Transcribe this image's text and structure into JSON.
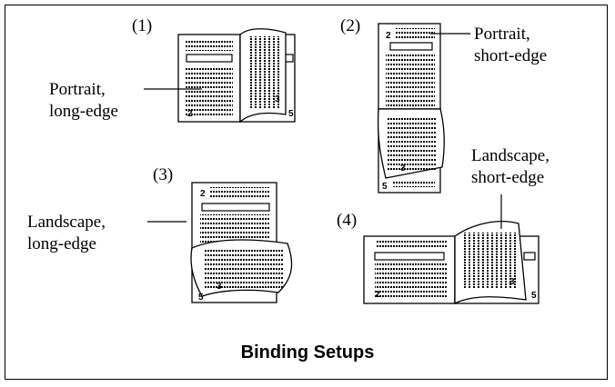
{
  "figure": {
    "title": "Binding Setups",
    "setups": [
      {
        "number": "(1)",
        "label_line1": "Portrait,",
        "label_line2": "long-edge"
      },
      {
        "number": "(2)",
        "label_line1": "Portrait,",
        "label_line2": "short-edge"
      },
      {
        "number": "(3)",
        "label_line1": "Landscape,",
        "label_line2": "long-edge"
      },
      {
        "number": "(4)",
        "label_line1": "Landscape,",
        "label_line2": "short-edge"
      }
    ],
    "page_numbers": {
      "front": "2",
      "middle": "3",
      "back": "5"
    }
  }
}
